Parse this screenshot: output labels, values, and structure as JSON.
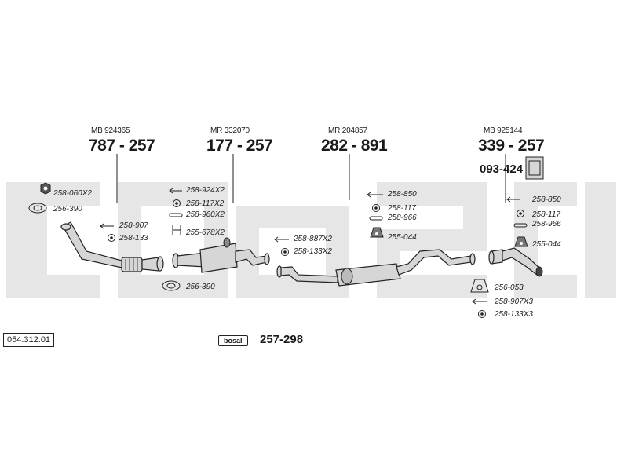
{
  "catalog_number": "054.312.01",
  "brand_logo": "bosal",
  "kit_number": "257-298",
  "colors": {
    "line": "#222222",
    "pipe": "#cfcfcf",
    "watermark": "#e3e3e3"
  },
  "sections": [
    {
      "ref": "MB 924365",
      "part": "787 - 257"
    },
    {
      "ref": "MR 332070",
      "part": "177 - 257"
    },
    {
      "ref": "MR 204857",
      "part": "282 - 891"
    },
    {
      "ref": "MB 925144",
      "part": "339 - 257",
      "extra_part": "093-424"
    }
  ],
  "parts": {
    "p1": "258-060X2",
    "p2": "256-390",
    "p3": "258-907",
    "p4": "258-133",
    "p5": "258-924X2",
    "p6": "258-117X2",
    "p7": "258-960X2",
    "p8": "255-678X2",
    "p9": "256-390",
    "p10": "258-887X2",
    "p11": "258-133X2",
    "p12": "258-850",
    "p13": "258-117",
    "p14": "258-966",
    "p15": "255-044",
    "p16": "258-850",
    "p17": "258-117",
    "p18": "258-966",
    "p19": "255-044",
    "p20": "256-053",
    "p21": "258-907X3",
    "p22": "258-133X3"
  }
}
